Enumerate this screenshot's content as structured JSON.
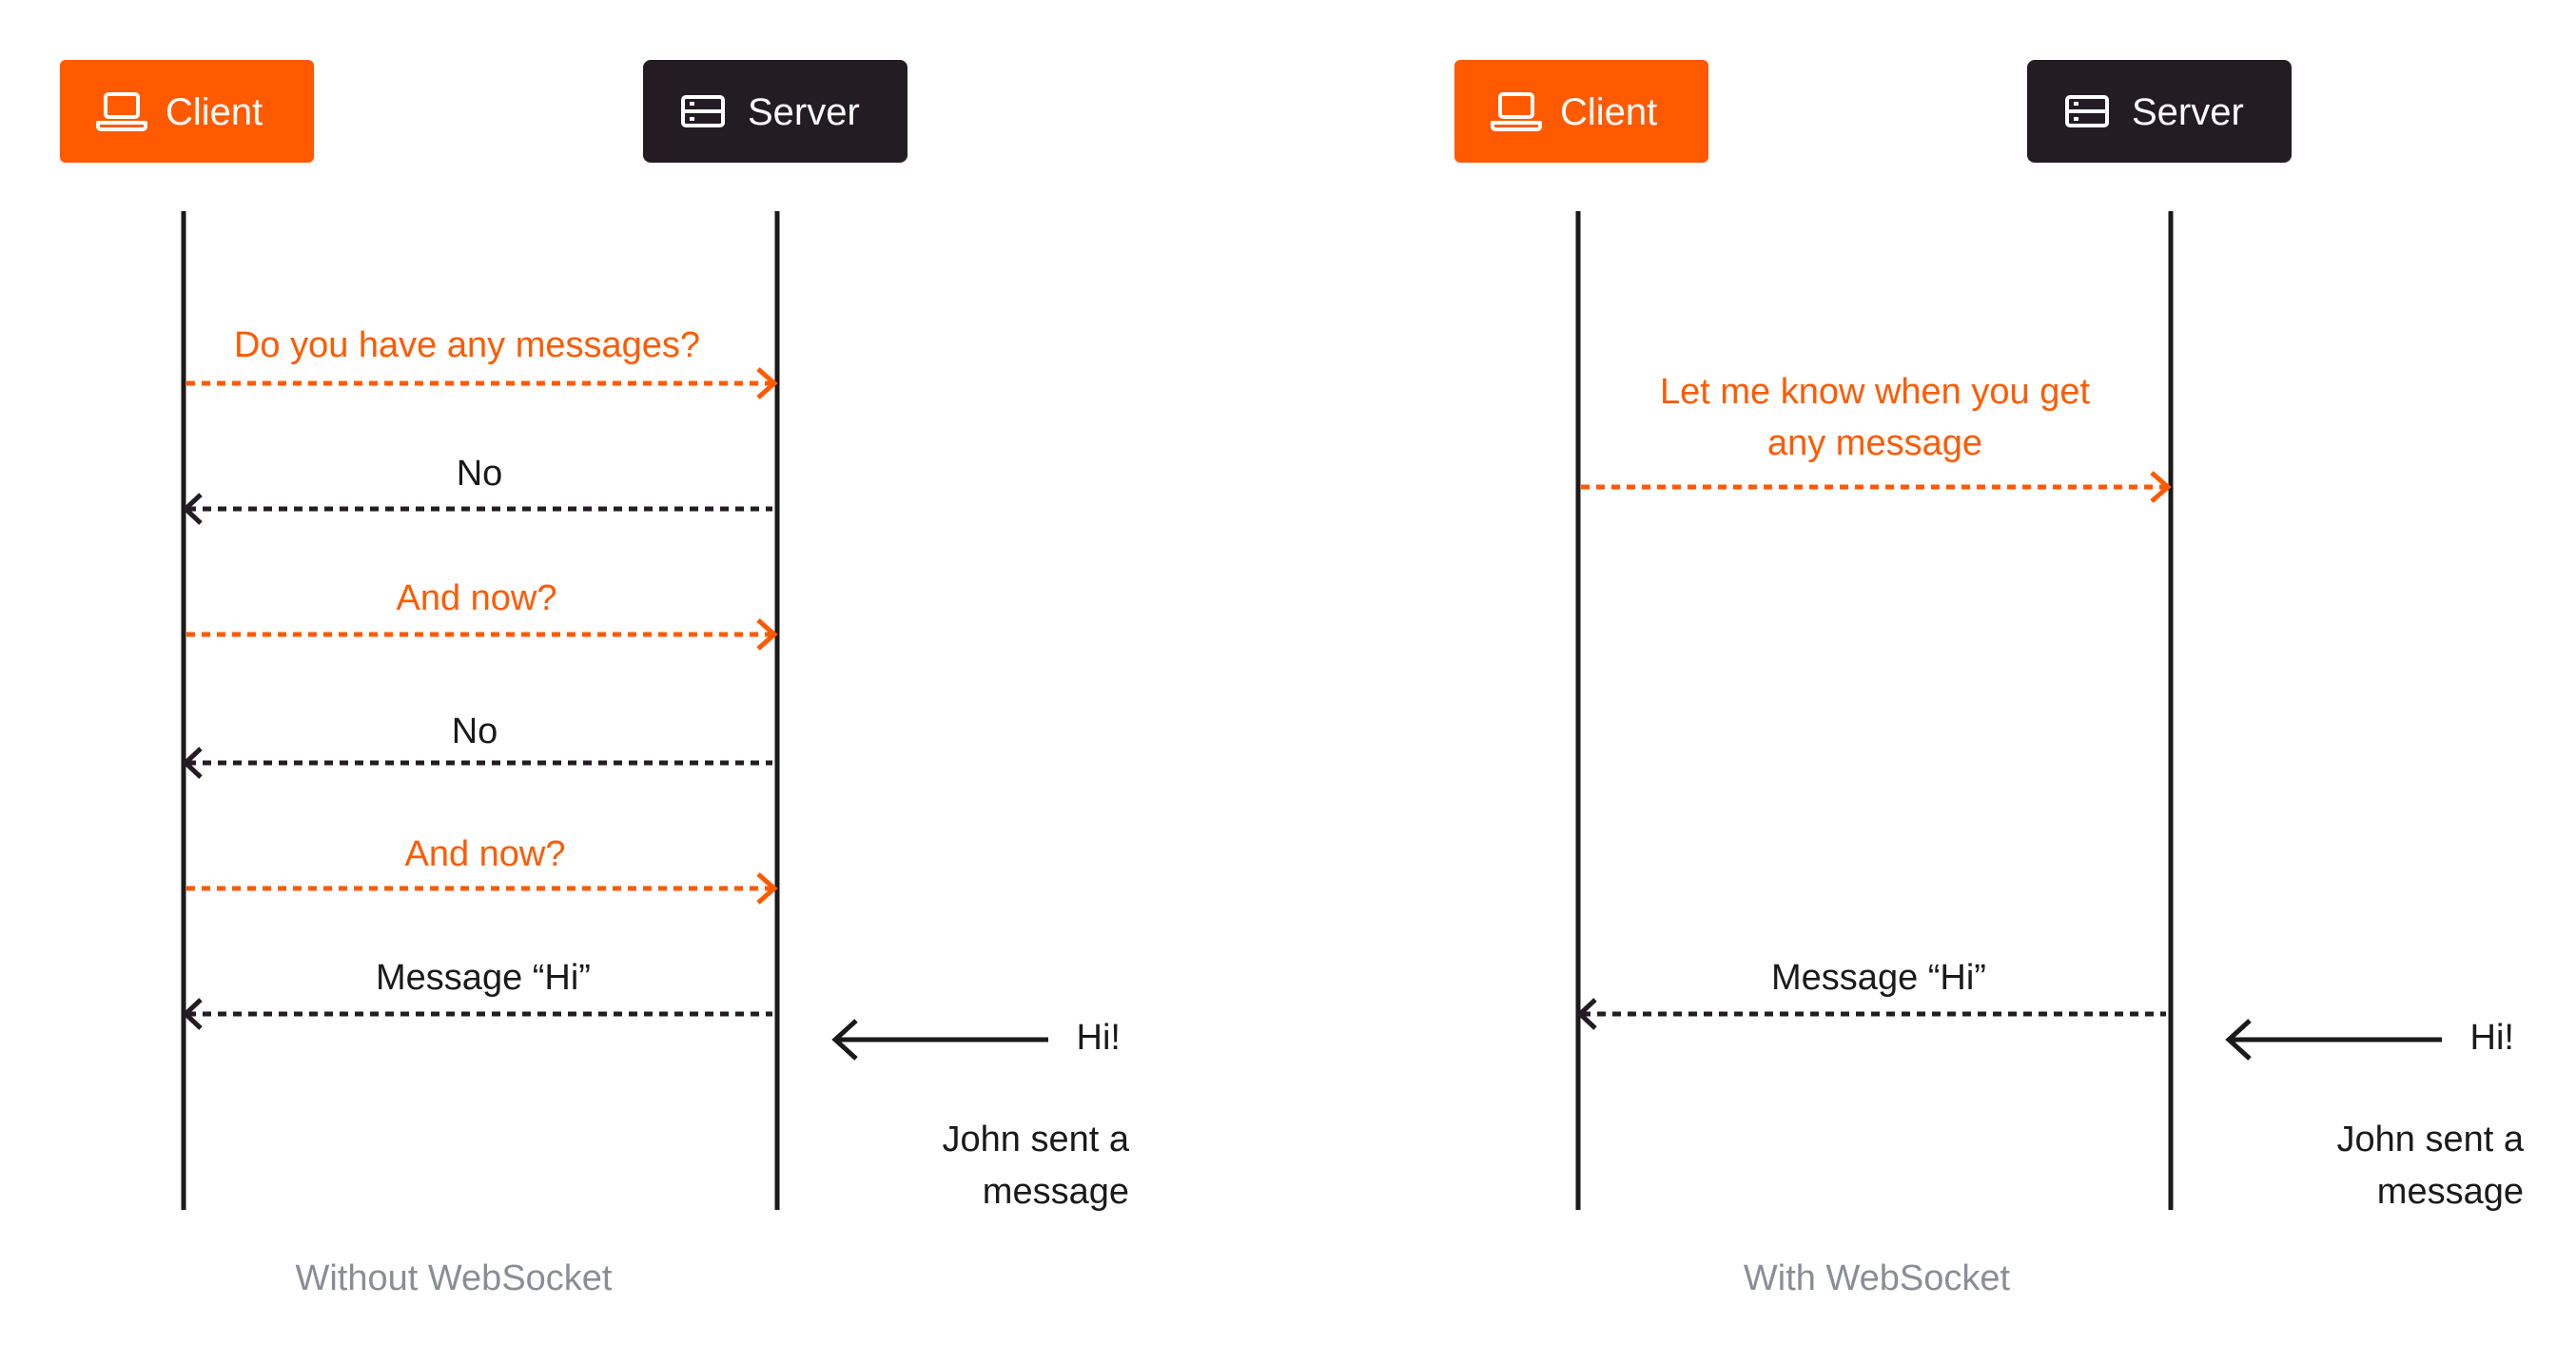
{
  "colors": {
    "accent": "#ff5a00",
    "dark": "#231c23",
    "text": "#1a1a1a",
    "caption": "#8a8e94",
    "white": "#ffffff"
  },
  "panels": [
    {
      "id": "without",
      "client_label": "Client",
      "server_label": "Server",
      "client_icon": "laptop-icon",
      "server_icon": "server-icon",
      "messages": [
        {
          "text": "Do you have any messages?",
          "direction": "to-server",
          "color": "accent"
        },
        {
          "text": "No",
          "direction": "to-client",
          "color": "dark"
        },
        {
          "text": "And now?",
          "direction": "to-server",
          "color": "accent"
        },
        {
          "text": "No",
          "direction": "to-client",
          "color": "dark"
        },
        {
          "text": "And now?",
          "direction": "to-server",
          "color": "accent"
        },
        {
          "text": "Message “Hi”",
          "direction": "to-client",
          "color": "dark"
        }
      ],
      "incoming": {
        "label": "Hi!",
        "note_line1": "John sent a",
        "note_line2": "message"
      },
      "caption": "Without WebSocket"
    },
    {
      "id": "with",
      "client_label": "Client",
      "server_label": "Server",
      "client_icon": "laptop-icon",
      "server_icon": "server-icon",
      "messages": [
        {
          "text_line1": "Let me know when you get",
          "text_line2": "any message",
          "direction": "to-server",
          "color": "accent"
        },
        {
          "text": "Message “Hi”",
          "direction": "to-client",
          "color": "dark"
        }
      ],
      "incoming": {
        "label": "Hi!",
        "note_line1": "John sent a",
        "note_line2": "message"
      },
      "caption": "With WebSocket"
    }
  ]
}
